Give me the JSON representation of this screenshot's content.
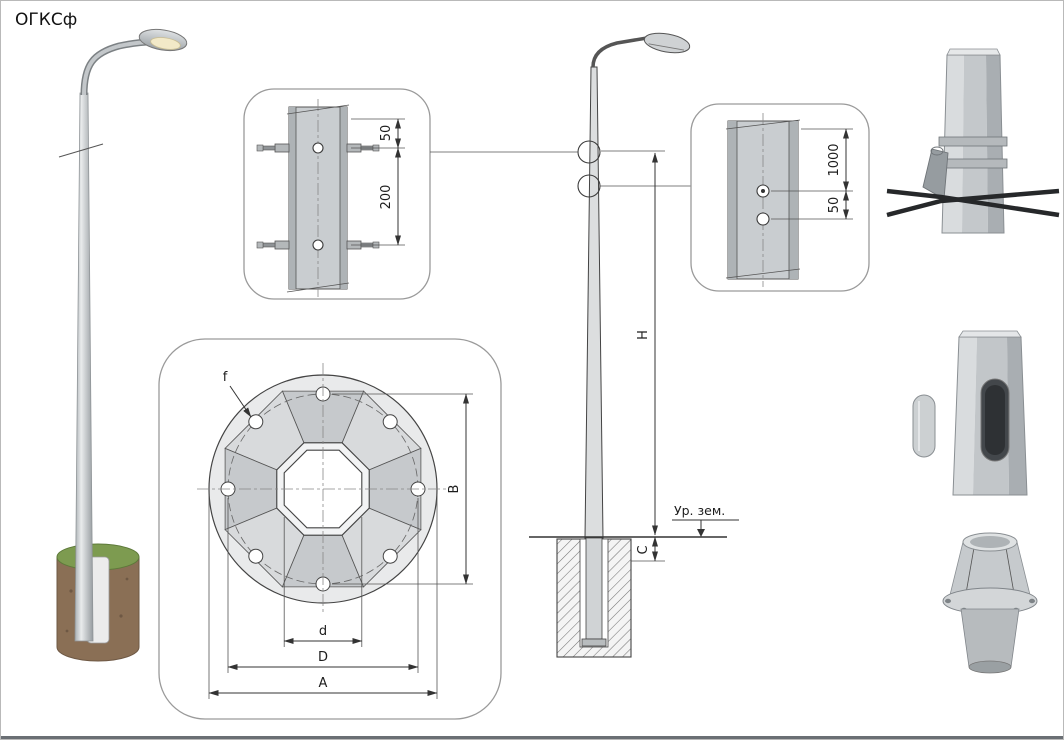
{
  "title": "ОГКСф",
  "colors": {
    "line": "#3a3a3a",
    "pole_gray": "#c8cccf",
    "foundation_brown": "#8a6f55",
    "grass_green": "#7d9b50",
    "cable_dark": "#26282a"
  },
  "top_detail": {
    "dim_upper": "50",
    "dim_lower": "200"
  },
  "right_detail": {
    "dim_upper": "1000",
    "dim_lower": "50"
  },
  "flange_detail": {
    "hole_label": "f",
    "dim_vertical": "B",
    "dim_inner": "d",
    "dim_bolt_circle": "D",
    "dim_outer": "A"
  },
  "elevation": {
    "height_label": "H",
    "embed_label": "C",
    "ground_label": "Ур. зем."
  }
}
